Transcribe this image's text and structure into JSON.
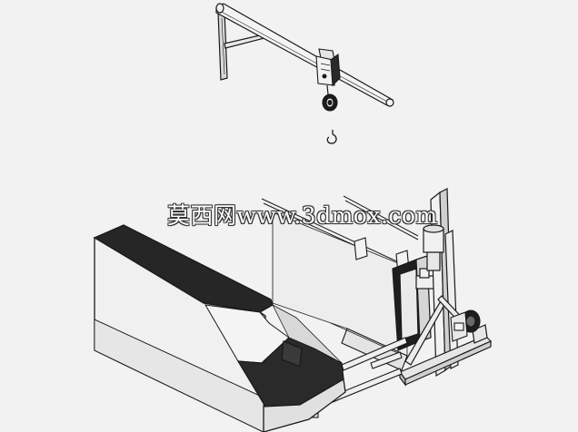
{
  "watermark": "莫西网www.3dmox.com",
  "colors": {
    "background": "#f2f2f2",
    "line": "#1a1a1a",
    "dark_face": "#262626",
    "light_face": "#e6e6e6",
    "mid_face": "#cfcfcf"
  },
  "components": [
    "jib-crane",
    "chain-hoist",
    "lifting-hook",
    "tank",
    "filter-press-frame",
    "pump-motor",
    "pipe-line"
  ]
}
